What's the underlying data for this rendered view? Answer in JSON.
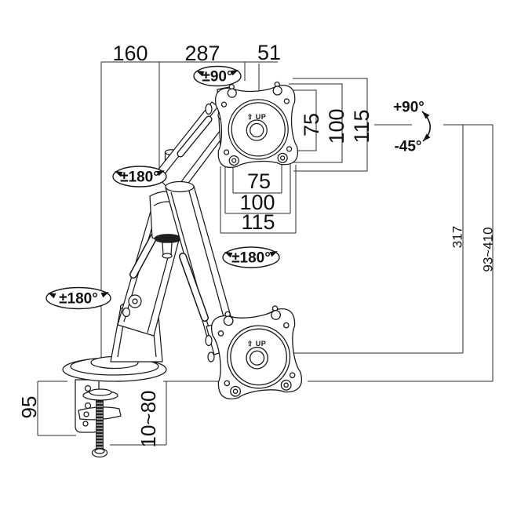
{
  "dims": {
    "top_offset": "160",
    "arm_reach": "287",
    "head_offset": "51",
    "vesa_v_75": "75",
    "vesa_v_100": "100",
    "vesa_v_115": "115",
    "vesa_h_75": "75",
    "vesa_h_100": "100",
    "vesa_h_115": "115",
    "height_travel": "317",
    "height_range": "93~410",
    "clamp_height": "95",
    "clamp_range": "10~80"
  },
  "rotations": {
    "head_swivel": "±90°",
    "elbow_rotation": "±180°",
    "arm_rotation": "±180°",
    "base_rotation": "±180°",
    "tilt_up": "+90°",
    "tilt_down": "-45°"
  },
  "plate": {
    "up_marking": "⇧ UP"
  }
}
